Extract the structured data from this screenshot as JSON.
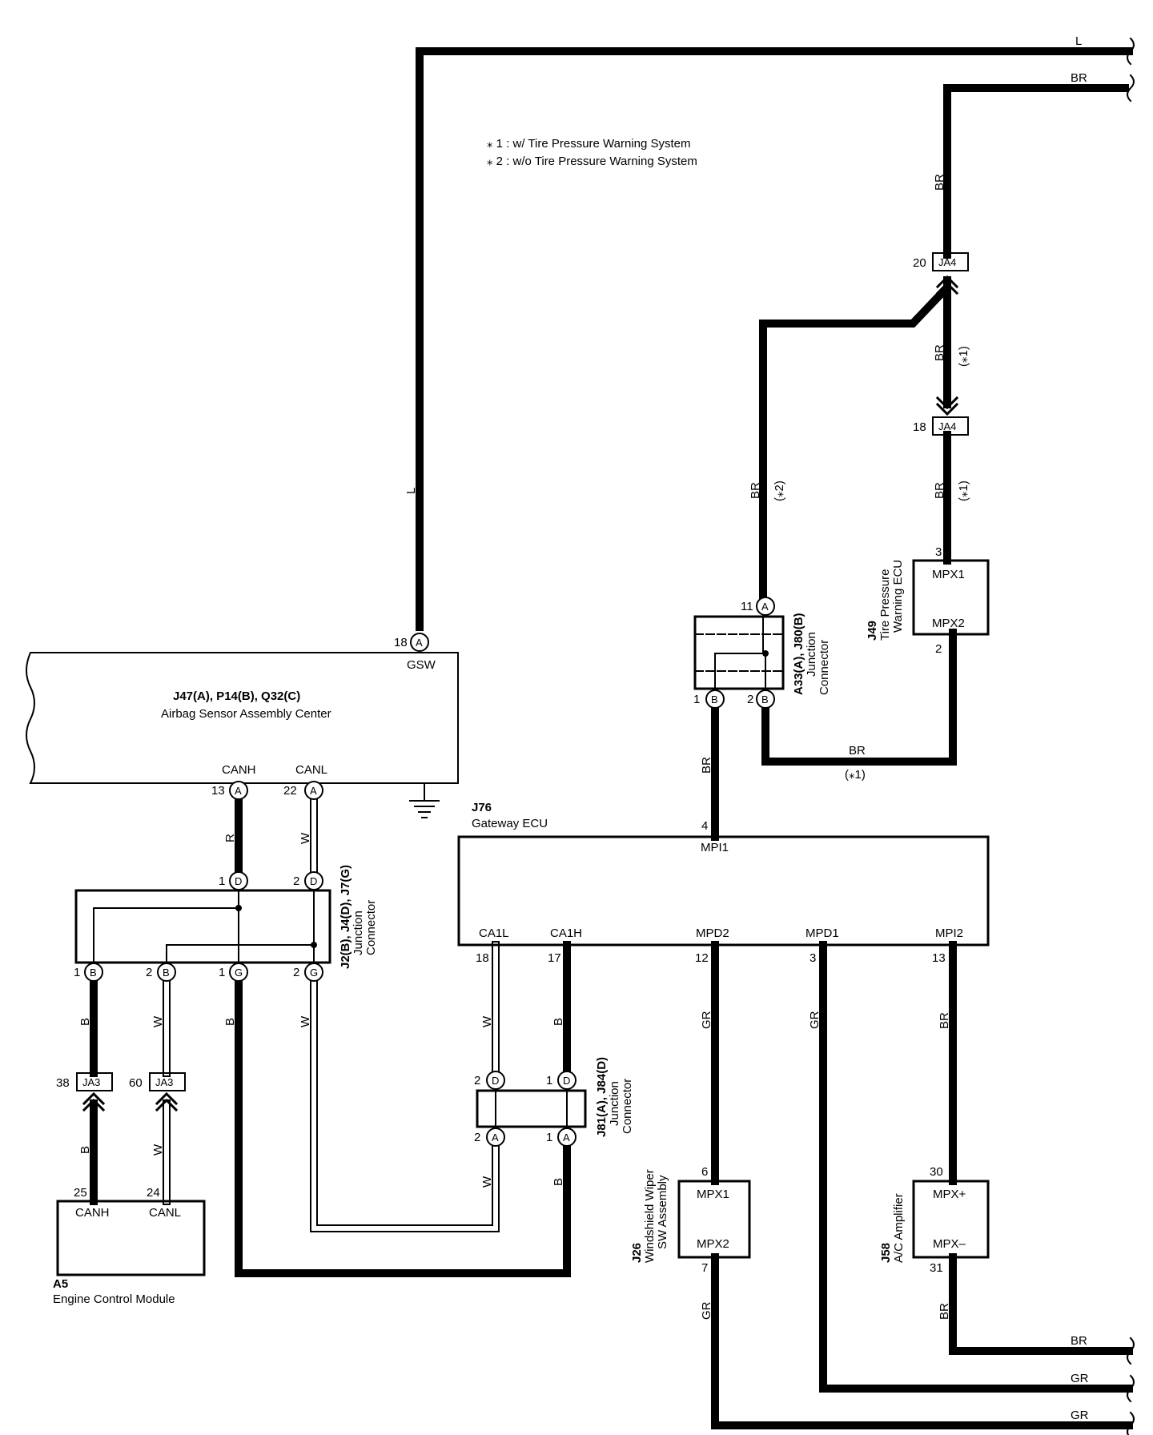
{
  "notes": {
    "note1": "⁎ 1 : w/ Tire Pressure Warning System",
    "note2": "⁎ 2 : w/o Tire Pressure Warning System"
  },
  "colors": {
    "line": "#000000",
    "background": "#ffffff"
  },
  "airbag": {
    "code": "J47(A), P14(B), Q32(C)",
    "name": "Airbag Sensor Assembly Center",
    "gsw": {
      "pin": "18",
      "conn": "A",
      "label": "GSW"
    },
    "canh": {
      "pin": "13",
      "conn": "A",
      "label": "CANH"
    },
    "canl": {
      "pin": "22",
      "conn": "A",
      "label": "CANL"
    },
    "ground_icon": "ground-icon"
  },
  "j2": {
    "code": "J2(B), J4(D), J7(G)",
    "name1": "Junction",
    "name2": "Connector",
    "pins": [
      {
        "pin": "1",
        "conn": "D"
      },
      {
        "pin": "2",
        "conn": "D"
      },
      {
        "pin": "1",
        "conn": "B"
      },
      {
        "pin": "2",
        "conn": "B"
      },
      {
        "pin": "1",
        "conn": "G"
      },
      {
        "pin": "2",
        "conn": "G"
      }
    ]
  },
  "ja3": [
    {
      "pin": "38",
      "label": "JA3"
    },
    {
      "pin": "60",
      "label": "JA3"
    }
  ],
  "ecm": {
    "code": "A5",
    "name": "Engine Control Module",
    "canh": {
      "pin": "25",
      "label": "CANH"
    },
    "canl": {
      "pin": "24",
      "label": "CANL"
    }
  },
  "gateway": {
    "code": "J76",
    "name": "Gateway ECU",
    "mpi1": {
      "pin": "4",
      "label": "MPI1"
    },
    "ca1l": {
      "pin": "18",
      "label": "CA1L"
    },
    "ca1h": {
      "pin": "17",
      "label": "CA1H"
    },
    "mpd2": {
      "pin": "12",
      "label": "MPD2"
    },
    "mpd1": {
      "pin": "3",
      "label": "MPD1"
    },
    "mpi2": {
      "pin": "13",
      "label": "MPI2"
    }
  },
  "j81": {
    "code": "J81(A), J84(D)",
    "name1": "Junction",
    "name2": "Connector",
    "pins": [
      {
        "pin": "2",
        "conn": "D"
      },
      {
        "pin": "1",
        "conn": "D"
      },
      {
        "pin": "2",
        "conn": "A"
      },
      {
        "pin": "1",
        "conn": "A"
      }
    ]
  },
  "a33": {
    "code": "A33(A), J80(B)",
    "name1": "Junction",
    "name2": "Connector",
    "pins": [
      {
        "pin": "11",
        "conn": "A"
      },
      {
        "pin": "1",
        "conn": "B"
      },
      {
        "pin": "2",
        "conn": "B"
      }
    ]
  },
  "ja4": [
    {
      "pin": "20",
      "label": "JA4"
    },
    {
      "pin": "18",
      "label": "JA4"
    }
  ],
  "tpw": {
    "code": "J49",
    "name1": "Tire Pressure",
    "name2": "Warning ECU",
    "mpx1": {
      "pin": "3",
      "label": "MPX1"
    },
    "mpx2": {
      "pin": "2",
      "label": "MPX2"
    }
  },
  "wiper": {
    "code": "J26",
    "name1": "Windshield Wiper",
    "name2": "SW Assembly",
    "mpx1": {
      "pin": "6",
      "label": "MPX1"
    },
    "mpx2": {
      "pin": "7",
      "label": "MPX2"
    }
  },
  "ac": {
    "code": "J58",
    "name": "A/C Amplifier",
    "mpxp": {
      "pin": "30",
      "label": "MPX+"
    },
    "mpxm": {
      "pin": "31",
      "label": "MPX–"
    }
  },
  "wires": {
    "top_L": "L",
    "top_BR": "BR",
    "vert_L": "L",
    "br_a": "BR",
    "br_b": "BR",
    "br_b_note": "(⁎1)",
    "br_c": "BR",
    "br_c_note": "(⁎1)",
    "br_left": "BR",
    "br_left_note": "(⁎2)",
    "br_bottom": "BR",
    "br_bottom_note": "(⁎1)",
    "br_mpi1": "BR",
    "canh_R": "R",
    "canl_W": "W",
    "b1": "B",
    "w1": "W",
    "b2": "B",
    "w2": "W",
    "b3": "B",
    "w3": "W",
    "ca1l_W": "W",
    "ca1h_B": "B",
    "j81_W": "W",
    "j81_B": "B",
    "mpd2_GR": "GR",
    "mpd1_GR": "GR",
    "mpi2_BR": "BR",
    "wiper_GR": "GR",
    "ac_BR": "BR",
    "right_BR": "BR",
    "right_GR1": "GR",
    "right_GR2": "GR"
  }
}
